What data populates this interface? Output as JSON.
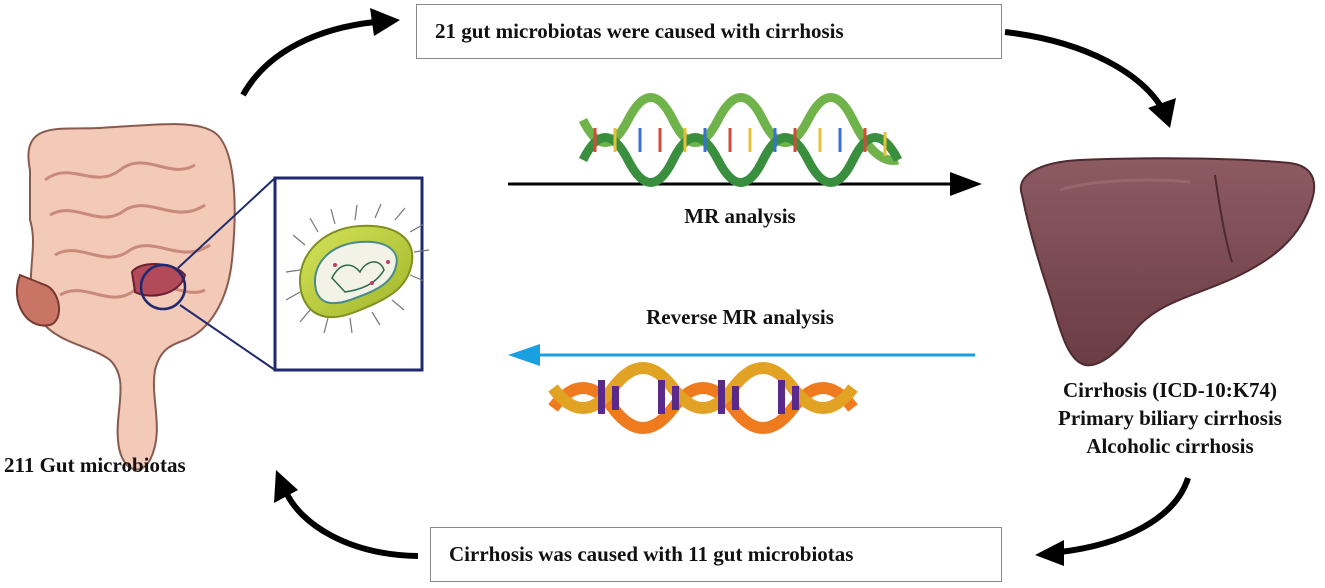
{
  "top_box": "21 gut microbiotas were caused with cirrhosis",
  "bottom_box": "Cirrhosis was caused  with 11 gut microbiotas",
  "forward_label": "MR analysis",
  "reverse_label": "Reverse MR analysis",
  "gut_label": "211 Gut microbiotas",
  "liver_labels": [
    "Cirrhosis (ICD-10:K74)",
    "Primary biliary cirrhosis",
    "Alcoholic cirrhosis"
  ],
  "colors": {
    "forward_arrow": "#000000",
    "reverse_arrow": "#1aa0e0",
    "liver": "#7a4a52",
    "zoom_box": "#1f2a6e",
    "bacterium": "#b9cf3a"
  },
  "icons": [
    "intestine-icon",
    "bacterium-icon",
    "liver-icon",
    "dna-helix-green-icon",
    "dna-helix-orange-icon"
  ]
}
